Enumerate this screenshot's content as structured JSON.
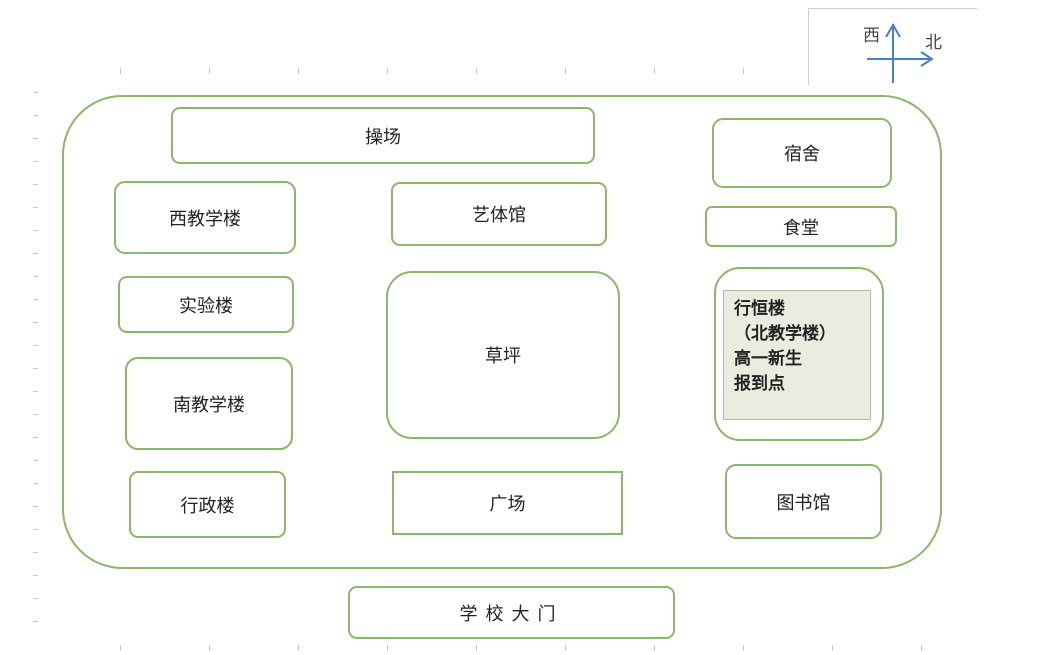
{
  "compass": {
    "west_label": "西",
    "north_label": "北"
  },
  "buildings": {
    "playground": "操场",
    "dormitory": "宿舍",
    "west_teaching": "西教学楼",
    "art_gym": "艺体馆",
    "canteen": "食堂",
    "lab": "实验楼",
    "lawn": "草坪",
    "south_teaching": "南教学楼",
    "admin": "行政楼",
    "plaza": "广场",
    "library": "图书馆",
    "xingheng": {
      "line1": "行恒楼",
      "line2": "（北教学楼）",
      "line3": "高一新生",
      "line4": "报到点"
    }
  },
  "gate": "学校大门",
  "colors": {
    "border_green": "#8db56c",
    "notice_bg": "#e9eddf",
    "compass_blue": "#4a7ec4"
  }
}
